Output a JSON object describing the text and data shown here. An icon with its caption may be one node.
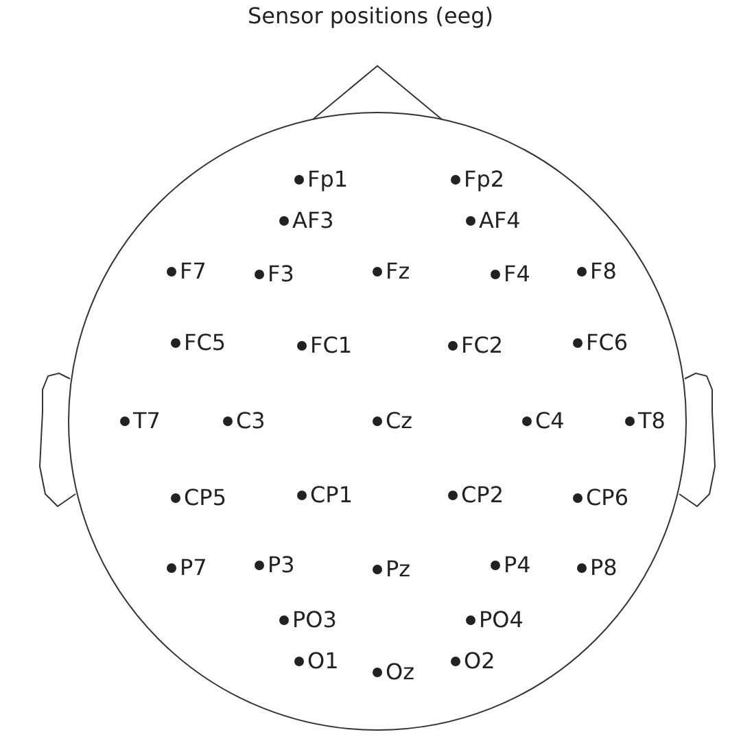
{
  "diagram": {
    "title": "Sensor positions (eeg)",
    "labels": [
      "Fp1",
      "Fp2",
      "AF3",
      "AF4",
      "F7",
      "F3",
      "Fz",
      "F4",
      "F8",
      "FC5",
      "FC1",
      "FC2",
      "FC6",
      "T7",
      "C3",
      "Cz",
      "C4",
      "T8",
      "CP5",
      "CP1",
      "CP2",
      "CP6",
      "P7",
      "P3",
      "Pz",
      "P4",
      "P8",
      "PO3",
      "PO4",
      "O1",
      "Oz",
      "O2"
    ]
  }
}
